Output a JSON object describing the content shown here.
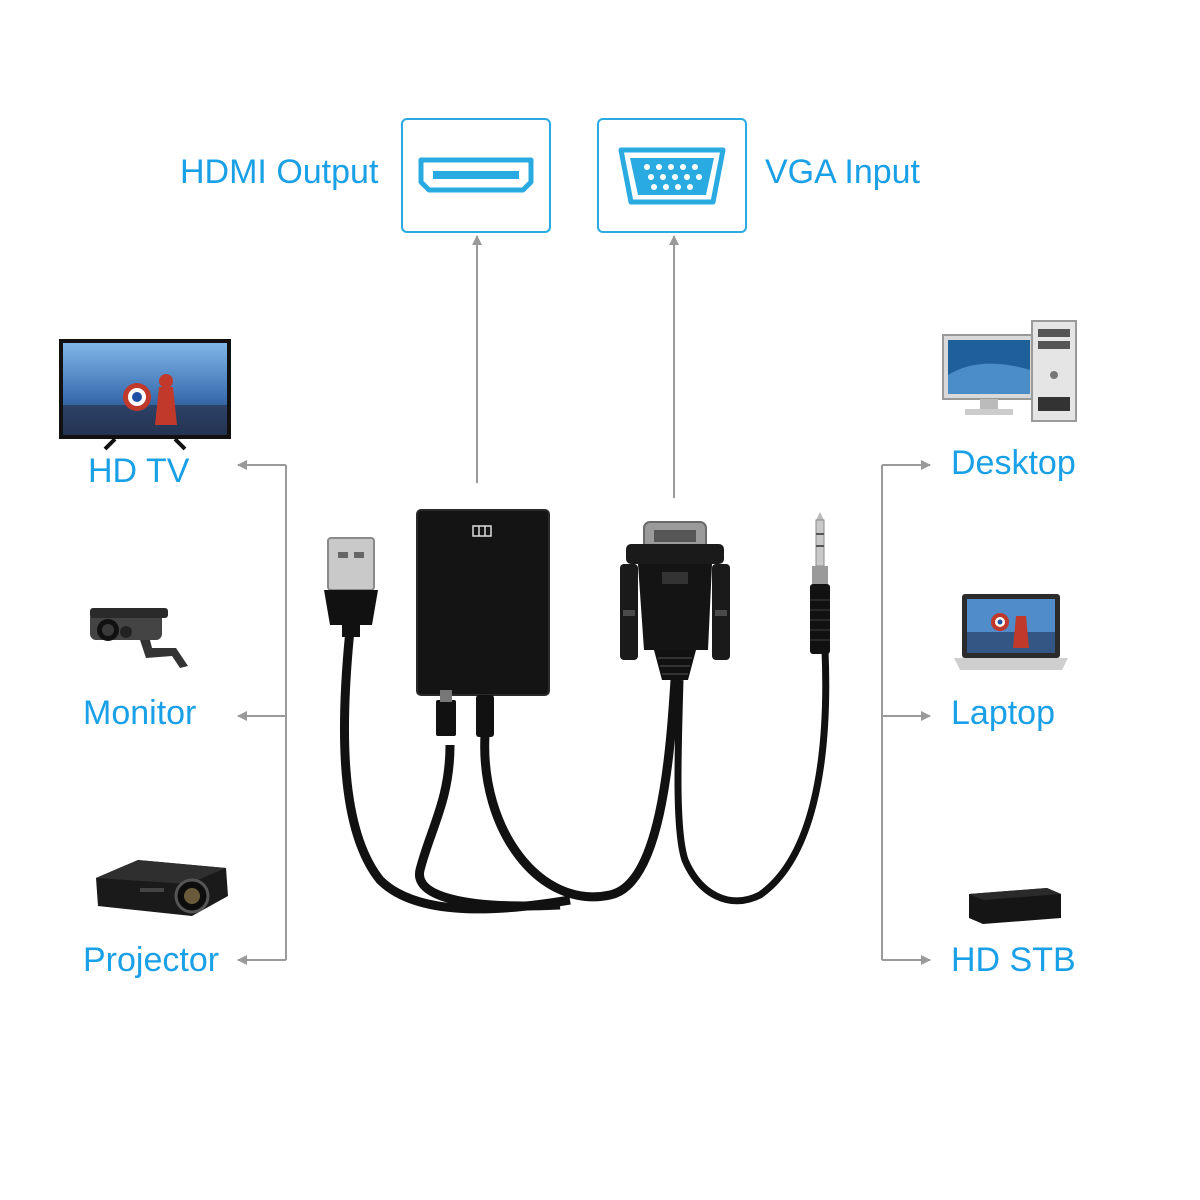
{
  "colors": {
    "label": "#1aa0e6",
    "box_border": "#29abe2",
    "connector_line": "#9a9a9a",
    "device_dark": "#111111"
  },
  "ports": {
    "hdmi": {
      "label": "HDMI Output",
      "icon": "hdmi-port-icon"
    },
    "vga": {
      "label": "VGA Input",
      "icon": "vga-port-icon"
    }
  },
  "outputs": [
    {
      "label": "HD TV",
      "icon": "tv-icon"
    },
    {
      "label": "Monitor",
      "icon": "security-camera-icon"
    },
    {
      "label": "Projector",
      "icon": "projector-icon"
    }
  ],
  "inputs": [
    {
      "label": "Desktop",
      "icon": "desktop-computer-icon"
    },
    {
      "label": "Laptop",
      "icon": "laptop-icon"
    },
    {
      "label": "HD STB",
      "icon": "set-top-box-icon"
    }
  ],
  "adapter": {
    "icon": "vga-to-hdmi-adapter-icon"
  }
}
